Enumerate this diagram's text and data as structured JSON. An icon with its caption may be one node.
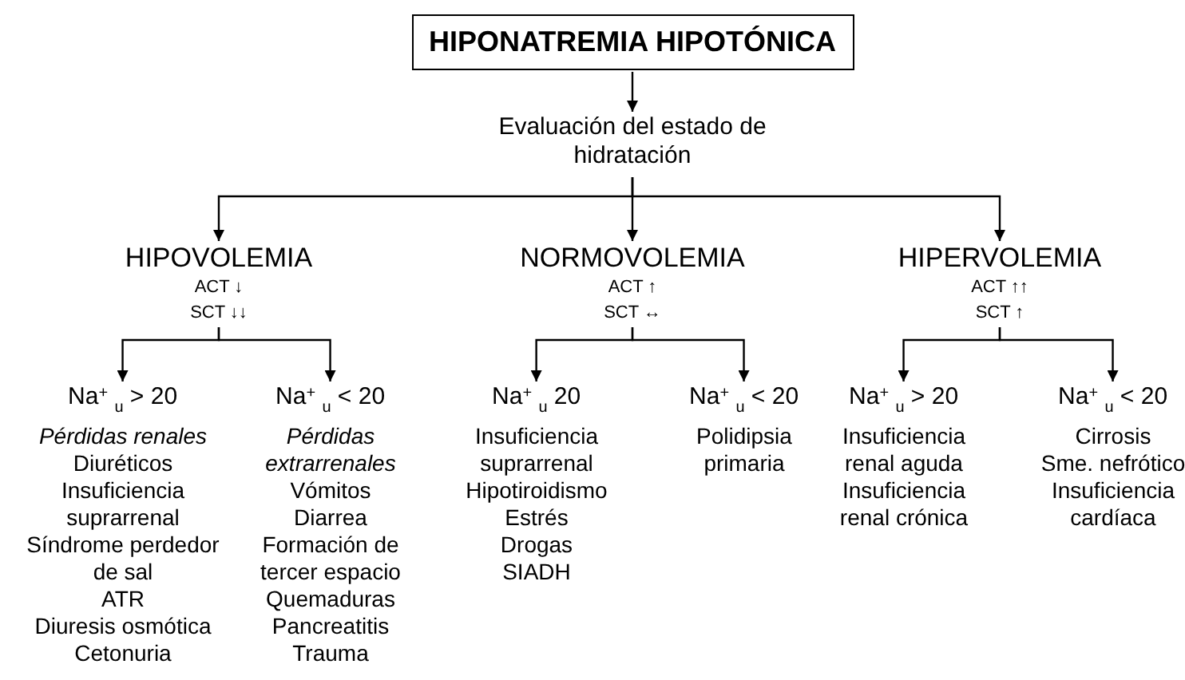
{
  "diagram": {
    "nodes": [
      {
        "text": [
          "HIPONATREMIA HIPOTÓNICA"
        ]
      },
      {
        "text": [
          "Evaluación del estado de hidratación"
        ]
      },
      {
        "text": [
          "HIPOVOLEMIA",
          "ACT ↓",
          "SCT ↓↓"
        ]
      },
      {
        "text": [
          "NORMOVOLEMIA",
          "ACT ↑",
          "SCT ↔"
        ]
      },
      {
        "text": [
          "HIPERVOLEMIA",
          "ACT ↑↑",
          "SCT ↑"
        ]
      },
      {
        "text": [
          "Na$^{+}$ $_{u}$ > 20"
        ],
        "beside": [
          "*Pérdidas renales*",
          "Diuréticos",
          "Insuficiencia suprarrenal",
          "Síndrome perdedor de sal",
          "ATR",
          "Diuresis osmótica",
          "Cetonuria"
        ]
      },
      {
        "text": [
          "Na$^{+}$ $_{u}$ < 20"
        ],
        "beside": [
          "*Pérdidas extrarrenales*",
          "Vómitos",
          "Diarrea",
          "Formación de tercer espacio",
          "Quemaduras",
          "Pancreatitis",
          "Trauma"
        ]
      },
      {
        "text": [
          "Na$^{+}$ $_{u}$ 20"
        ],
        "beside": [
          "Insuficiencia suprarrenal",
          "Hipotiroidismo",
          "Estrés",
          "Drogas",
          "SIADH"
        ]
      },
      {
        "text": [
          "Na$^{+}$ $_{u}$ < 20"
        ],
        "beside": [
          "Polidipsia primaria"
        ]
      },
      {
        "text": [
          "Na$^{+}$ $_{u}$ > 20"
        ],
        "beside": [
          "Insuficiencia renal aguda",
          "Insuficiencia renal crónica"
        ]
      },
      {
        "text": [
          "Na$^{+}$ $_{u}$ < 20"
        ],
        "beside": [
          "Cirrosis",
          "Sme. nefrótico",
          "Insuficiencia cardíaca"
        ]
      }
    ],
    "edges": [
      {
        "from": 0,
        "to": 1,
        "arrow": "to"
      },
      {
        "from": 1,
        "to": 2,
        "arrow": "to"
      },
      {
        "from": 1,
        "to": 3,
        "arrow": "to"
      },
      {
        "from": 1,
        "to": 4,
        "arrow": "to"
      },
      {
        "from": 2,
        "to": 5,
        "arrow": "to"
      },
      {
        "from": 2,
        "to": 6,
        "arrow": "to"
      },
      {
        "from": 3,
        "to": 7,
        "arrow": "to"
      },
      {
        "from": 3,
        "to": 8,
        "arrow": "to"
      },
      {
        "from": 4,
        "to": 9,
        "arrow": "to"
      },
      {
        "from": 4,
        "to": 10,
        "arrow": "to"
      }
    ]
  }
}
